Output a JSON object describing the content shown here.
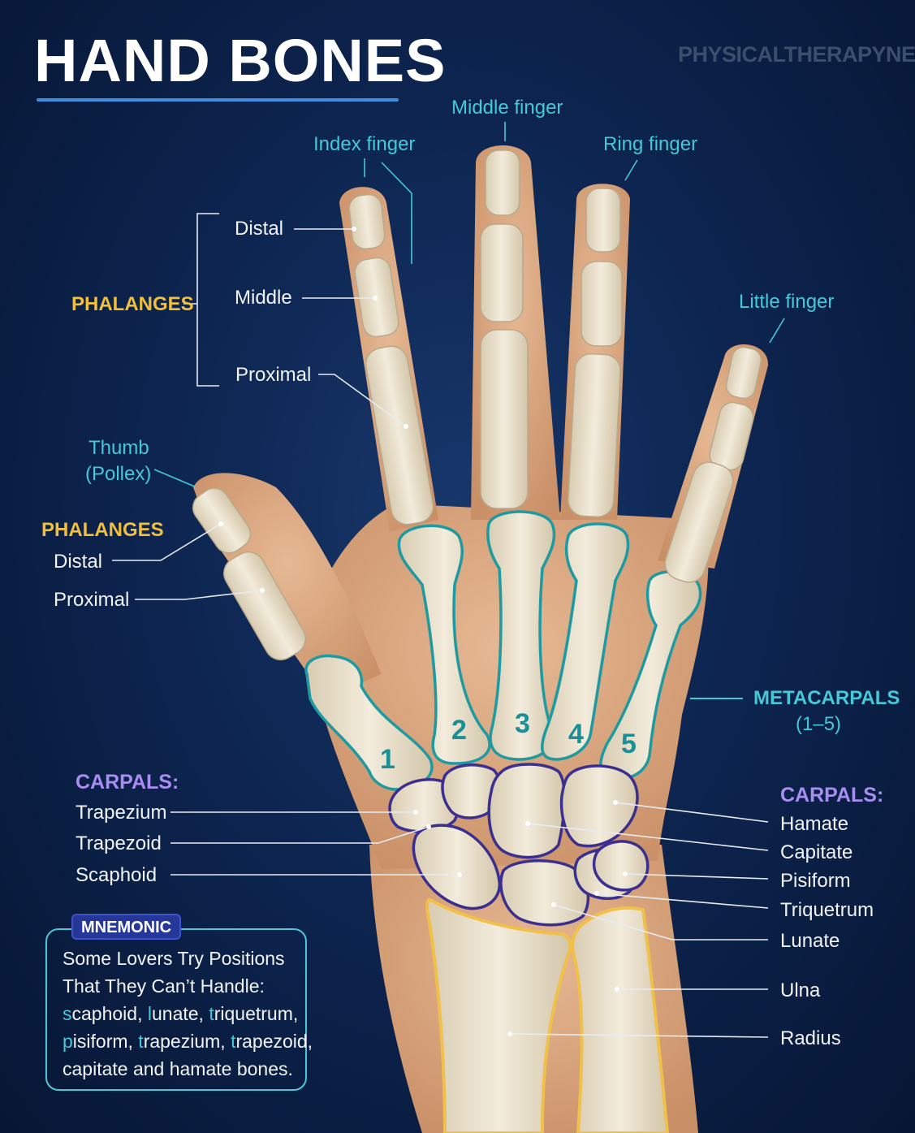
{
  "title": "HAND BONES",
  "watermark": "PHYSICALTHERAPYNEED",
  "fingers": {
    "middle": "Middle finger",
    "index": "Index finger",
    "ring": "Ring finger",
    "little": "Little finger",
    "thumb_line1": "Thumb",
    "thumb_line2": "(Pollex)"
  },
  "phalanges": {
    "heading": "PHALANGES",
    "distal": "Distal",
    "middle": "Middle",
    "proximal": "Proximal"
  },
  "thumb_phalanges": {
    "heading": "PHALANGES",
    "distal": "Distal",
    "proximal": "Proximal"
  },
  "metacarpals": {
    "label_line1": "METACARPALS",
    "label_line2": "(1–5)",
    "numbers": [
      "1",
      "2",
      "3",
      "4",
      "5"
    ]
  },
  "carpals_left": {
    "heading": "CARPALS:",
    "items": [
      "Trapezium",
      "Trapezoid",
      "Scaphoid"
    ]
  },
  "carpals_right": {
    "heading": "CARPALS:",
    "items": [
      "Hamate",
      "Capitate",
      "Pisiform",
      "Triquetrum",
      "Lunate"
    ]
  },
  "forearm": {
    "ulna": "Ulna",
    "radius": "Radius"
  },
  "mnemonic": {
    "tag": "MNEMONIC",
    "line1": "Some Lovers Try Positions",
    "line2": "That They Can’t Handle:",
    "line3": [
      {
        "first": "s",
        "rest": "caphoid, "
      },
      {
        "first": "l",
        "rest": "unate, "
      },
      {
        "first": "t",
        "rest": "riquetrum,"
      }
    ],
    "line4": [
      {
        "first": "p",
        "rest": "isiform, "
      },
      {
        "first": "t",
        "rest": "rapezium, "
      },
      {
        "first": "t",
        "rest": "rapezoid,"
      }
    ],
    "line5": "capitate and hamate bones."
  },
  "colors": {
    "background": "#0d2550",
    "accent_cyan": "#45c8d8",
    "accent_yellow": "#f2bf3c",
    "accent_purple": "#a78df0",
    "skin": "#d9a57c",
    "bone": "#ece3cf",
    "metacarpal_outline": "#1f9aa0",
    "carpal_outline": "#3b2f8f",
    "forearm_outline": "#f0c04a"
  }
}
